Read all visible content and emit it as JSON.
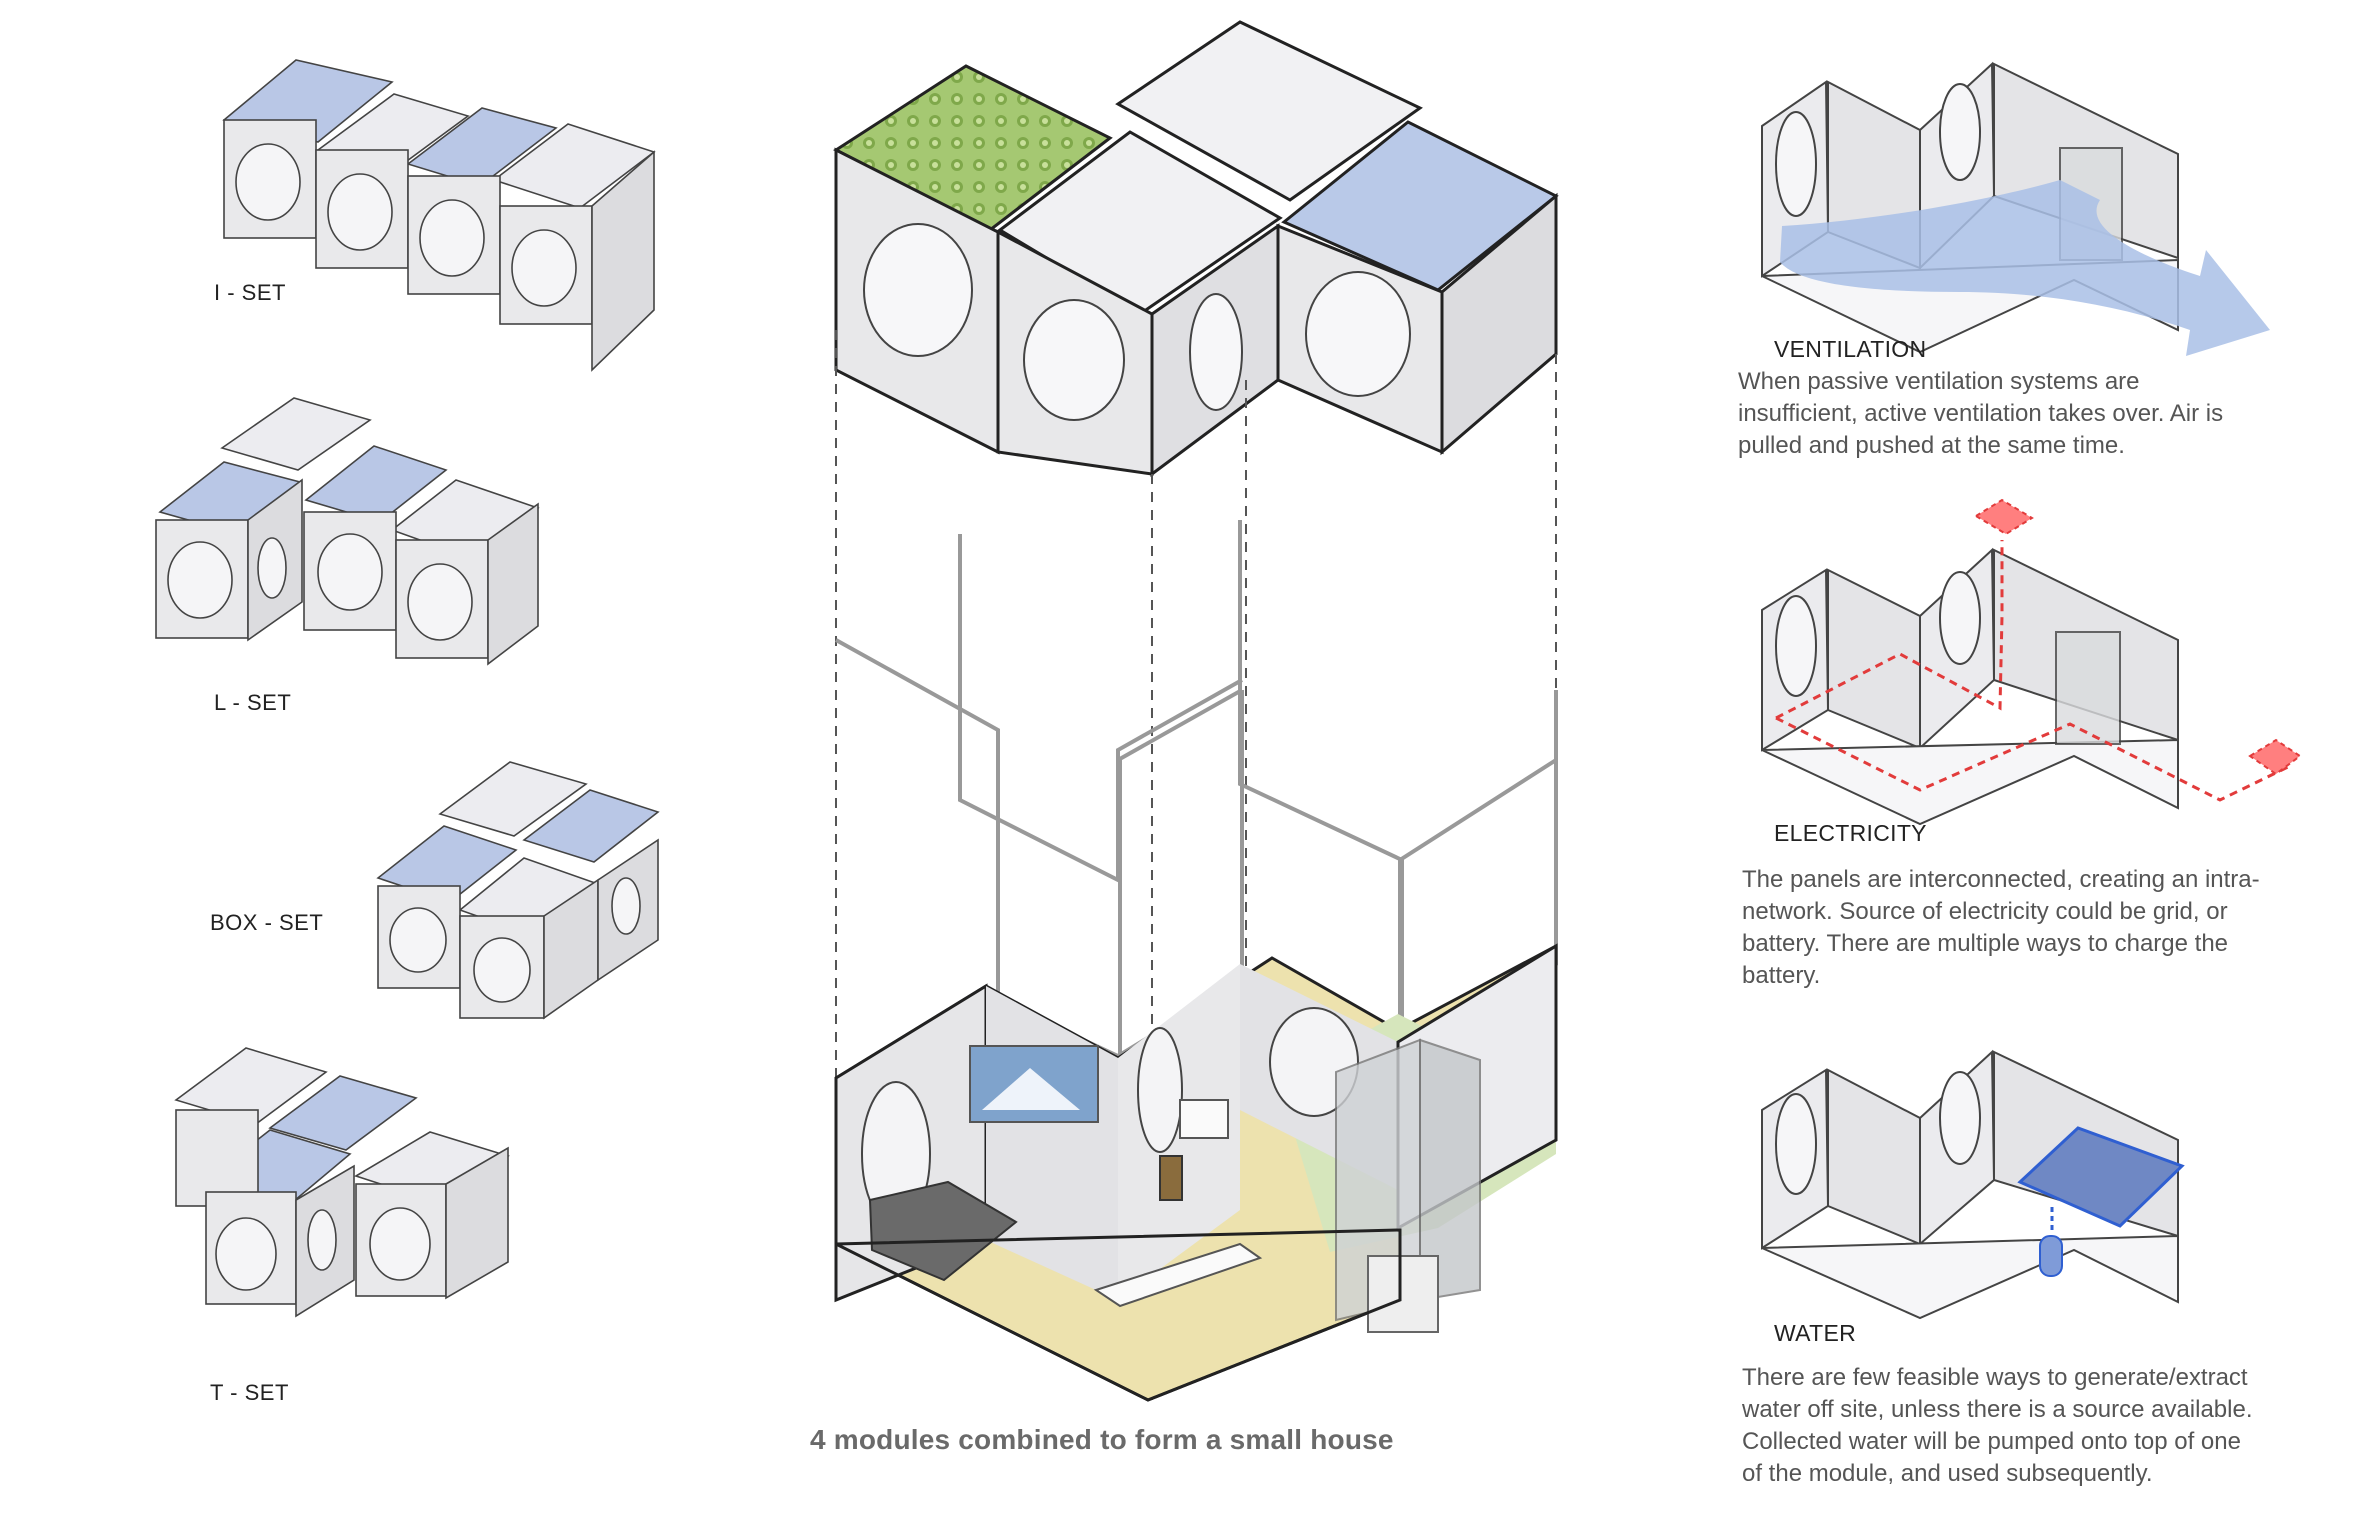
{
  "sets": {
    "i_set": "I - SET",
    "l_set": "L - SET",
    "box_set": "BOX - SET",
    "t_set": "T - SET"
  },
  "caption": "4 modules combined to form a small house",
  "ventilation": {
    "title": "VENTILATION",
    "lines": [
      "When passive ventilation systems are",
      "insufficient, active ventilation takes over. Air is",
      "pulled and pushed at the same time."
    ]
  },
  "electricity": {
    "title": "ELECTRICITY",
    "lines": [
      "The panels are interconnected, creating an intra-",
      "network. Source of electricity could be grid, or",
      "battery. There are multiple ways to charge the",
      "battery."
    ]
  },
  "water": {
    "title": "WATER",
    "lines": [
      "There are few feasible ways to generate/extract",
      "water off site, unless there is a source available.",
      "Collected water will be pumped onto top of one",
      "of the module, and used subsequently."
    ]
  },
  "colors": {
    "panel_blue": "#b7c6e6",
    "panel_white": "#eeeef2",
    "panel_green": "#9fc46a",
    "floor_yellow": "#eee3b0",
    "floor_green": "#d8e8c2",
    "airflow_blue": "#a9c0e6",
    "electric_red": "#e23b3b",
    "water_blue": "#2f5fd1"
  }
}
